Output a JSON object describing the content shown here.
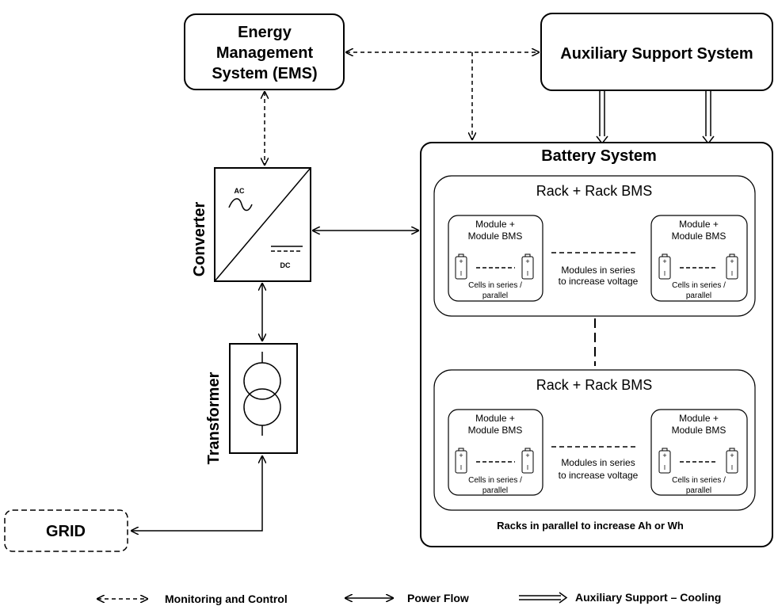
{
  "ems": {
    "line1": "Energy",
    "line2": "Management",
    "line3": "System (EMS)"
  },
  "aux": {
    "label": "Auxiliary Support System"
  },
  "converter": {
    "label": "Converter",
    "ac": "AC",
    "dc": "DC"
  },
  "transformer": {
    "label": "Transformer"
  },
  "grid": {
    "label": "GRID"
  },
  "battery": {
    "title": "Battery System",
    "racks_note": "Racks in parallel to increase Ah or Wh",
    "rack_title": "Rack + Rack BMS",
    "module_line1": "Module +",
    "module_line2": "Module BMS",
    "cells_line1": "Cells in series /",
    "cells_line2": "parallel",
    "series_line1": "Modules in series",
    "series_line2": "to increase voltage",
    "cell_plus": "+",
    "cell_minus": "I"
  },
  "legend": {
    "monitoring": "Monitoring and Control",
    "power": "Power Flow",
    "aux_cooling": "Auxiliary Support – Cooling"
  }
}
